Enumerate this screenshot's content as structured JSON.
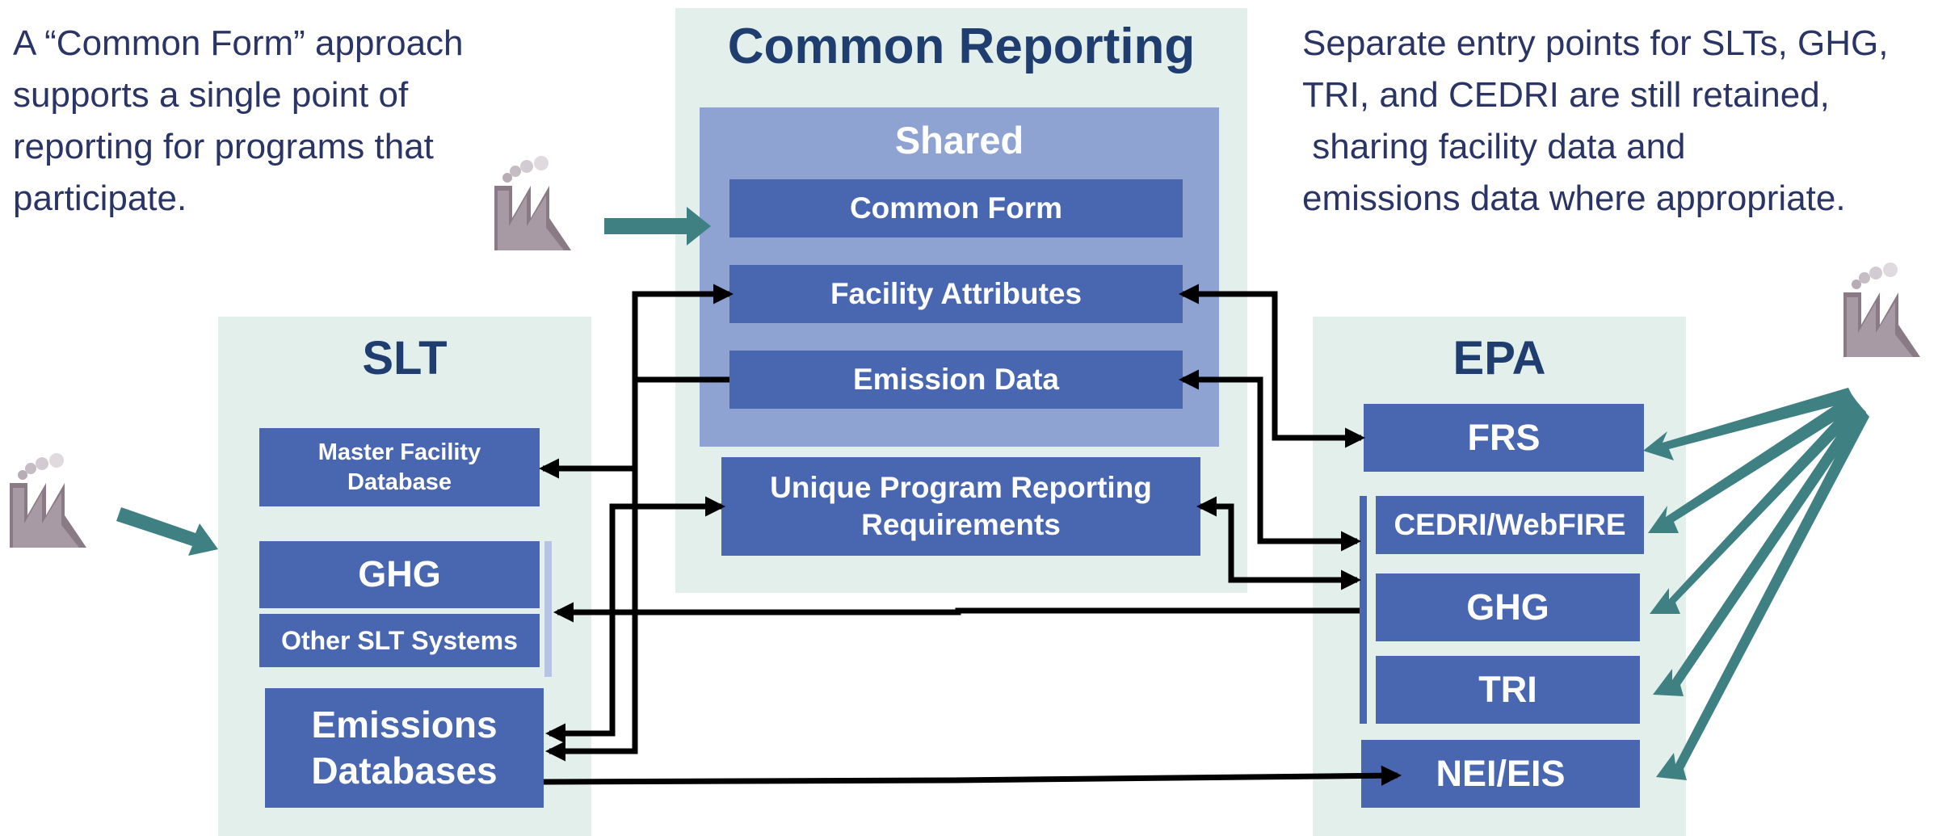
{
  "left_note": "A “Common Form” approach\nsupports a single point of\nreporting for programs that\nparticipate.",
  "right_note": "Separate entry points for SLTs, GHG,\nTRI, and CEDRI are still retained,\n sharing facility data and\nemissions data where appropriate.",
  "common_reporting": {
    "title": "Common Reporting",
    "shared_label": "Shared",
    "common_form": "Common Form",
    "facility_attributes": "Facility Attributes",
    "emission_data": "Emission Data",
    "unique_program": "Unique Program Reporting Requirements"
  },
  "slt": {
    "title": "SLT",
    "master_facility": "Master Facility Database",
    "ghg": "GHG",
    "other_systems": "Other SLT Systems",
    "emissions_databases": "Emissions Databases"
  },
  "epa": {
    "title": "EPA",
    "frs": "FRS",
    "cedri": "CEDRI/WebFIRE",
    "ghg": "GHG",
    "tri": "TRI",
    "nei": "NEI/EIS"
  },
  "icons": [
    "factory-icon",
    "arrow-icon"
  ],
  "colors": {
    "panel": "#e3efea",
    "shared": "#8fa3d2",
    "box": "#4966b0",
    "title": "#1f3d6e",
    "teal_arrow": "#3f8083",
    "factory": "#8a7a85"
  }
}
